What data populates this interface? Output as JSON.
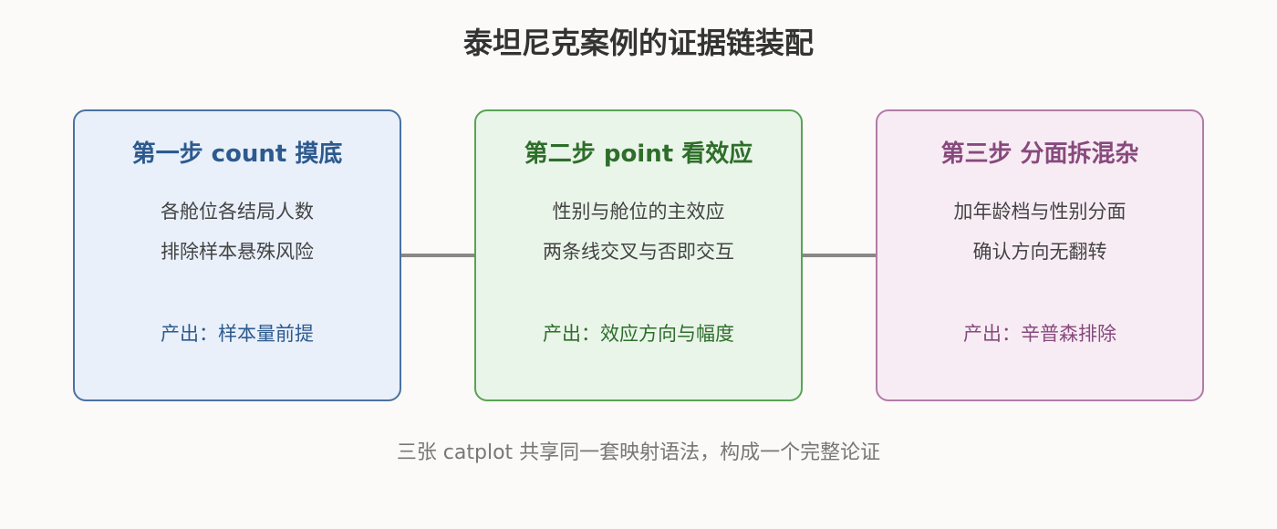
{
  "title": "泰坦尼克案例的证据链装配",
  "steps": [
    {
      "title": "第一步 count 摸底",
      "lines": [
        "各舱位各结局人数",
        "排除样本悬殊风险"
      ],
      "output": "产出：样本量前提",
      "border_color": "#4a72a0",
      "bg_color": "#e9f0fa",
      "accent_color": "#2d5a8e"
    },
    {
      "title": "第二步 point 看效应",
      "lines": [
        "性别与舱位的主效应",
        "两条线交叉与否即交互"
      ],
      "output": "产出：效应方向与幅度",
      "border_color": "#5aa356",
      "bg_color": "#eaf5ea",
      "accent_color": "#2e6e2a"
    },
    {
      "title": "第三步 分面拆混杂",
      "lines": [
        "加年龄档与性别分面",
        "确认方向无翻转"
      ],
      "output": "产出：辛普森排除",
      "border_color": "#b07ca8",
      "bg_color": "#f8ecf4",
      "accent_color": "#874a7d"
    }
  ],
  "footer": "三张 catplot 共享同一套映射语法，构成一个完整论证"
}
